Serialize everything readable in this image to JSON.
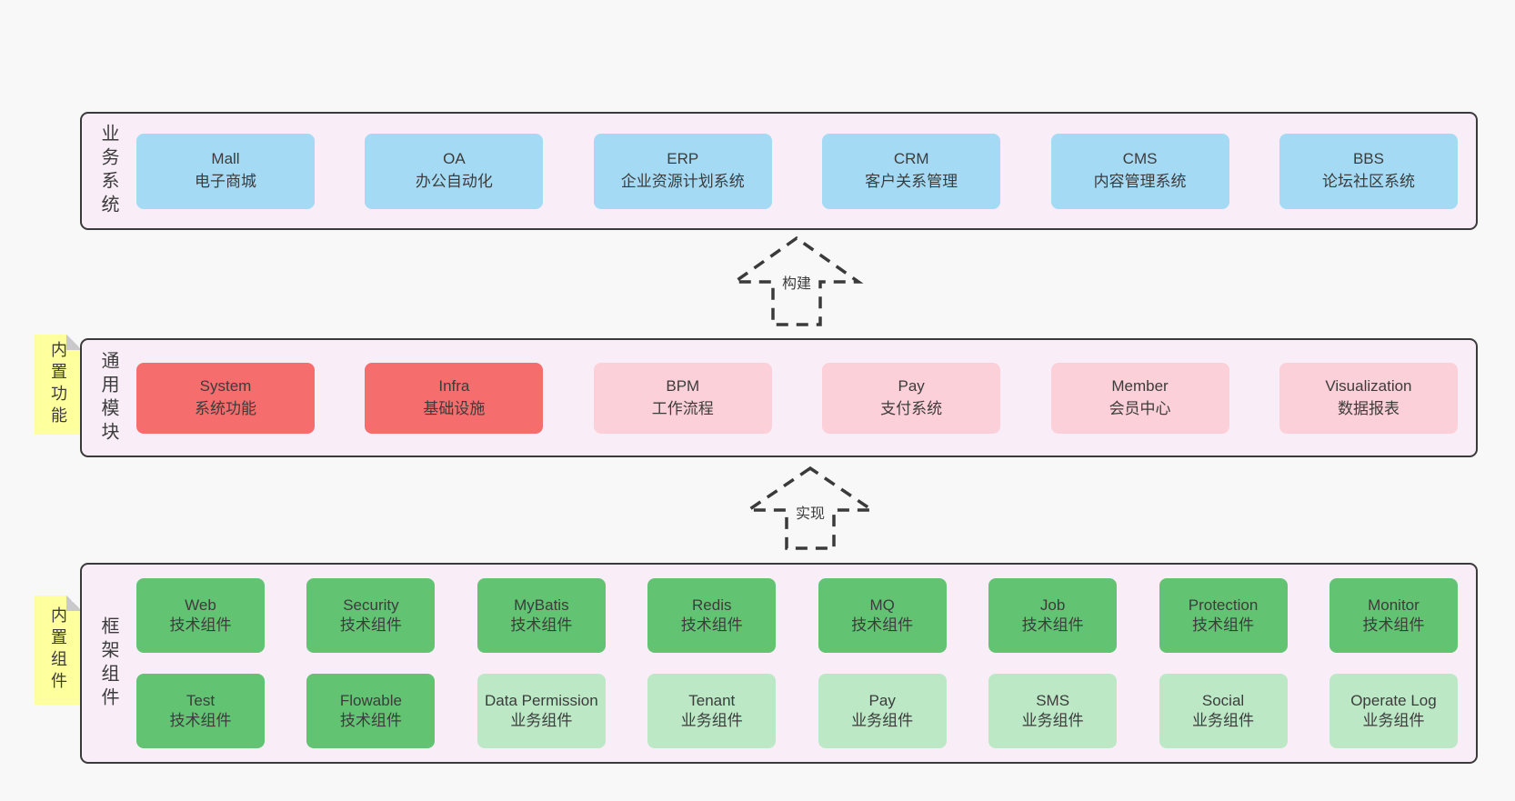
{
  "colors": {
    "page_bg": "#f8f8f8",
    "panel_bg": "#f9eef7",
    "panel_border": "#3a3a3a",
    "box_blue": "#a5daf5",
    "box_red": "#f56d6d",
    "box_pink": "#fcd0d8",
    "box_green": "#62c373",
    "box_light_green": "#bce8c6",
    "sticky_yellow": "#feff9d",
    "sticky_fold_gray": "#c9c9c9",
    "text": "#3c3c3c"
  },
  "arrows": {
    "build": "构建",
    "implement": "实现"
  },
  "layers": {
    "business": {
      "label": "业务系统",
      "boxes": [
        {
          "title": "Mall",
          "subtitle": "电子商城"
        },
        {
          "title": "OA",
          "subtitle": "办公自动化"
        },
        {
          "title": "ERP",
          "subtitle": "企业资源计划系统"
        },
        {
          "title": "CRM",
          "subtitle": "客户关系管理"
        },
        {
          "title": "CMS",
          "subtitle": "内容管理系统"
        },
        {
          "title": "BBS",
          "subtitle": "论坛社区系统"
        }
      ]
    },
    "modules": {
      "label": "通用模块",
      "sticky": "内置功能",
      "boxes": [
        {
          "title": "System",
          "subtitle": "系统功能"
        },
        {
          "title": "Infra",
          "subtitle": "基础设施"
        },
        {
          "title": "BPM",
          "subtitle": "工作流程"
        },
        {
          "title": "Pay",
          "subtitle": "支付系统"
        },
        {
          "title": "Member",
          "subtitle": "会员中心"
        },
        {
          "title": "Visualization",
          "subtitle": "数据报表"
        }
      ]
    },
    "components": {
      "label": "框架组件",
      "sticky": "内置组件",
      "row1": [
        {
          "title": "Web",
          "subtitle": "技术组件"
        },
        {
          "title": "Security",
          "subtitle": "技术组件"
        },
        {
          "title": "MyBatis",
          "subtitle": "技术组件"
        },
        {
          "title": "Redis",
          "subtitle": "技术组件"
        },
        {
          "title": "MQ",
          "subtitle": "技术组件"
        },
        {
          "title": "Job",
          "subtitle": "技术组件"
        },
        {
          "title": "Protection",
          "subtitle": "技术组件"
        },
        {
          "title": "Monitor",
          "subtitle": "技术组件"
        }
      ],
      "row2": [
        {
          "title": "Test",
          "subtitle": "技术组件"
        },
        {
          "title": "Flowable",
          "subtitle": "技术组件"
        },
        {
          "title": "Data Permission",
          "subtitle": "业务组件"
        },
        {
          "title": "Tenant",
          "subtitle": "业务组件"
        },
        {
          "title": "Pay",
          "subtitle": "业务组件"
        },
        {
          "title": "SMS",
          "subtitle": "业务组件"
        },
        {
          "title": "Social",
          "subtitle": "业务组件"
        },
        {
          "title": "Operate Log",
          "subtitle": "业务组件"
        }
      ]
    }
  }
}
